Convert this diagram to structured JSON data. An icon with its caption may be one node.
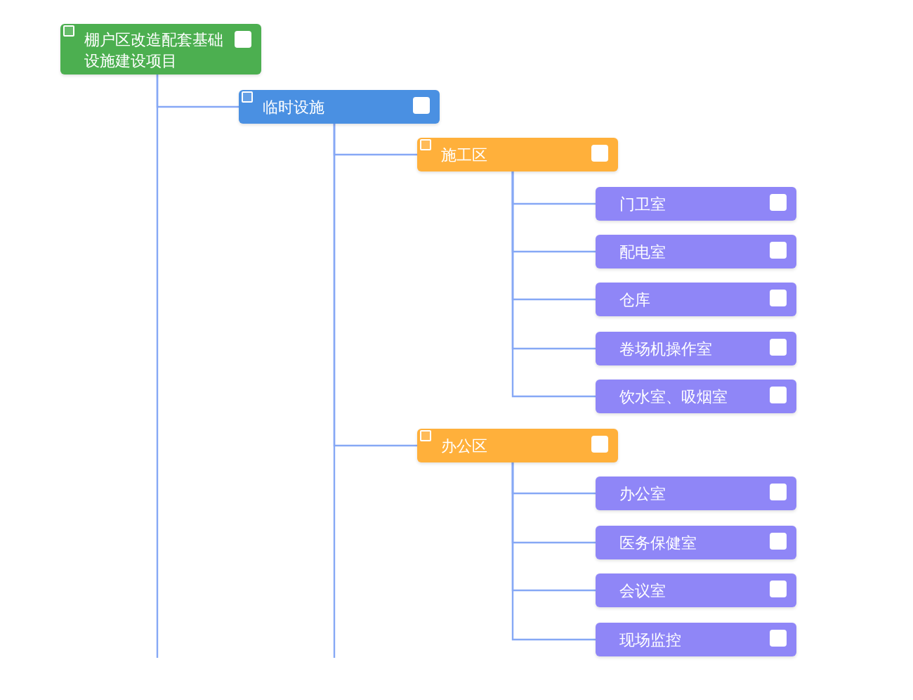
{
  "diagram": {
    "nodes": [
      {
        "text": [
          "棚户区改造配套基础设施建设项目"
        ]
      },
      {
        "text": [
          "临时设施"
        ]
      },
      {
        "text": [
          "施工区"
        ]
      },
      {
        "text": [
          "门卫室"
        ]
      },
      {
        "text": [
          "配电室"
        ]
      },
      {
        "text": [
          "仓库"
        ]
      },
      {
        "text": [
          "卷场机操作室"
        ]
      },
      {
        "text": [
          "饮水室、吸烟室"
        ]
      },
      {
        "text": [
          "办公区"
        ]
      },
      {
        "text": [
          "办公室"
        ]
      },
      {
        "text": [
          "医务保健室"
        ]
      },
      {
        "text": [
          "会议室"
        ]
      },
      {
        "text": [
          "现场监控"
        ]
      }
    ],
    "edges": [
      {
        "from": 0,
        "to": 1,
        "arrow": "none"
      },
      {
        "from": 1,
        "to": 2,
        "arrow": "none"
      },
      {
        "from": 2,
        "to": 3,
        "arrow": "none"
      },
      {
        "from": 2,
        "to": 4,
        "arrow": "none"
      },
      {
        "from": 2,
        "to": 5,
        "arrow": "none"
      },
      {
        "from": 2,
        "to": 6,
        "arrow": "none"
      },
      {
        "from": 2,
        "to": 7,
        "arrow": "none"
      },
      {
        "from": 1,
        "to": 8,
        "arrow": "none"
      },
      {
        "from": 8,
        "to": 9,
        "arrow": "none"
      },
      {
        "from": 8,
        "to": 10,
        "arrow": "none"
      },
      {
        "from": 8,
        "to": 11,
        "arrow": "none"
      },
      {
        "from": 8,
        "to": 12,
        "arrow": "none"
      }
    ]
  }
}
